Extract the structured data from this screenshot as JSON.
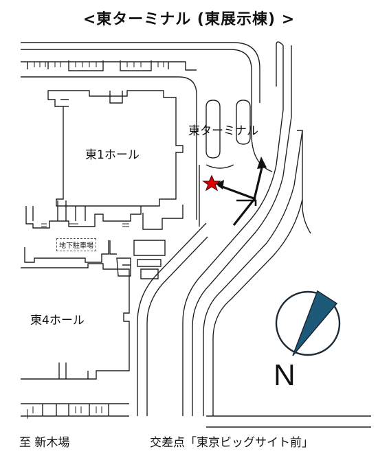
{
  "title": "<東ターミナル (東展示棟) >",
  "labels": {
    "east_terminal": "東ターミナル",
    "hall_1": "東1ホール",
    "hall_4": "東4ホール",
    "underground_parking": "地下駐車場",
    "to_shinkiba": "至 新木場",
    "intersection": "交差点「東京ビッグサイト前」",
    "north": "N"
  },
  "icons": {
    "current_location": "star-icon",
    "compass": "compass-icon",
    "route": "arrow-icon"
  },
  "colors": {
    "star_fill": "#e00000",
    "compass_needle": "#1d5a7a",
    "line": "#222222"
  }
}
